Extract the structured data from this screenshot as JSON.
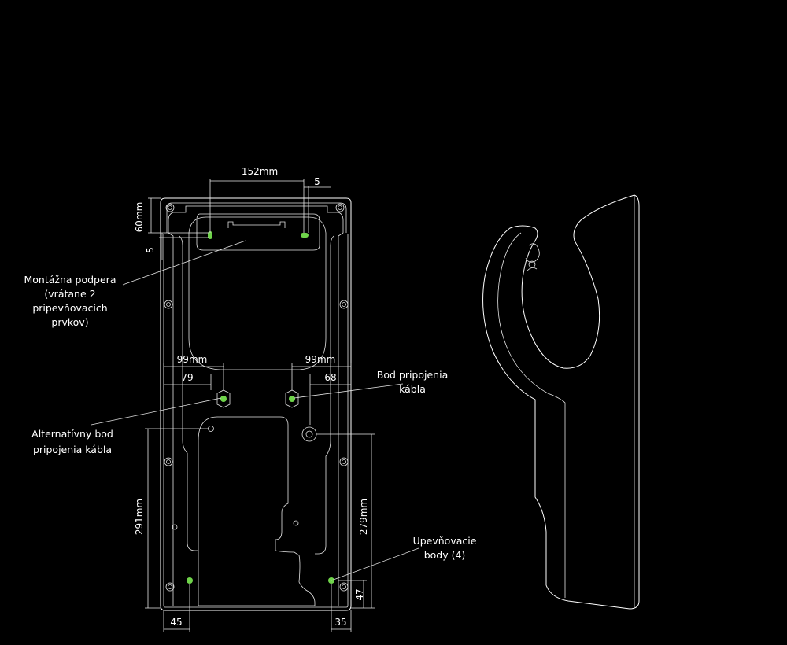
{
  "colors": {
    "background": "#000000",
    "line": "#ffffff",
    "marker": "#6fd44a"
  },
  "dimensions": {
    "top_width": "152mm",
    "top_offset": "5",
    "top_height": "60mm",
    "left_offset": "5",
    "left_span": "99mm",
    "left_inner": "79",
    "right_span": "99mm",
    "right_inner": "68",
    "left_height": "291mm",
    "right_height": "279mm",
    "bottom_height": "47",
    "bottom_left": "45",
    "bottom_right": "35"
  },
  "labels": {
    "mounting_bracket": [
      "Montážna podpera",
      "(vrátane 2",
      "pripevňovacích",
      "prvkov)"
    ],
    "cable_point": [
      "Bod pripojenia",
      "kábla"
    ],
    "alt_cable_point": [
      "Alternatívny bod",
      "pripojenia kábla"
    ],
    "fixing_points": [
      "Upevňovacie",
      "body (4)"
    ]
  }
}
